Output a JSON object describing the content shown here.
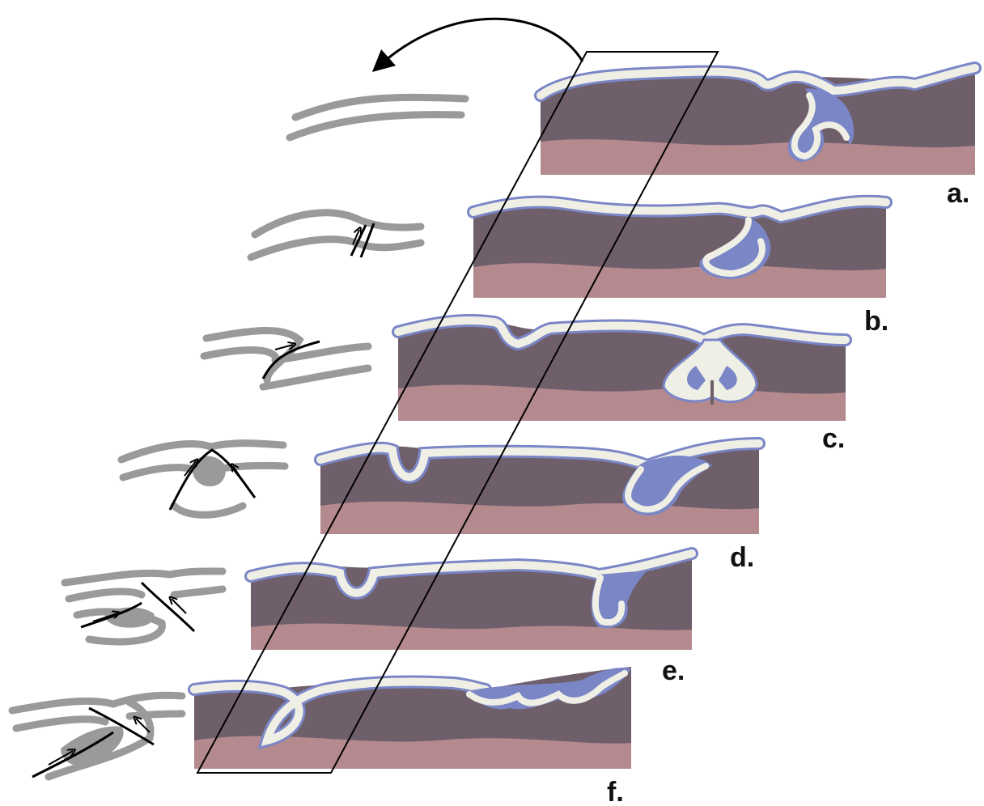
{
  "figure": {
    "panels": [
      {
        "id": "a",
        "label": "a."
      },
      {
        "id": "b",
        "label": "b."
      },
      {
        "id": "c",
        "label": "c."
      },
      {
        "id": "d",
        "label": "d."
      },
      {
        "id": "e",
        "label": "e."
      },
      {
        "id": "f",
        "label": "f."
      }
    ],
    "colors": {
      "upper_layer": "#6f5f6b",
      "lower_layer": "#b48a8f",
      "mid_layer": "#8a7078",
      "white_layer": "#efefe6",
      "white_edge": "#7a86c6",
      "sketch_gray": "#9a9a9a",
      "line_black": "#000000"
    },
    "icons": [
      "curved-arrow-icon",
      "oblique-section-frame",
      "thrust-arrow-icon"
    ]
  }
}
